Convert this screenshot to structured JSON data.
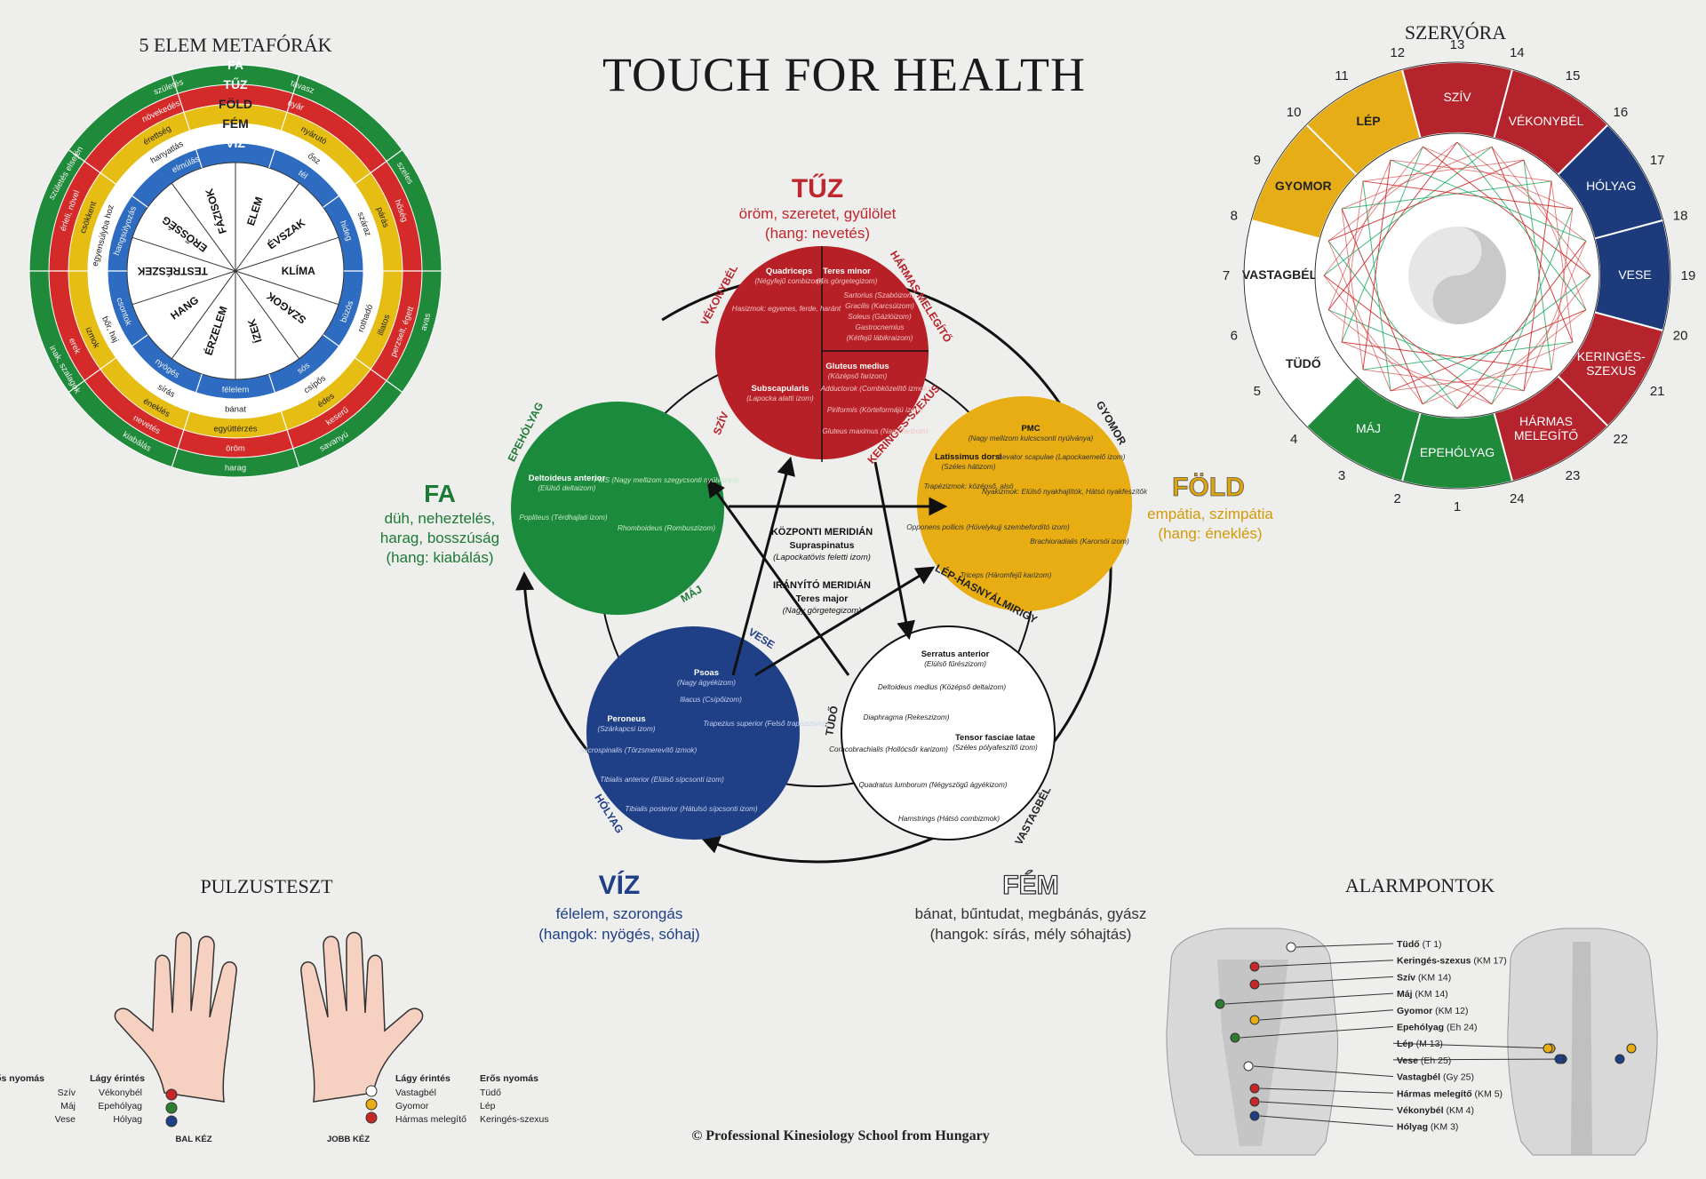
{
  "title": "TOUCH FOR HEALTH",
  "copyright": "© Professional Kinesiology School from Hungary",
  "metaphors": {
    "title": "5 ELEM METAFÓRÁK",
    "rings": [
      {
        "name": "FA",
        "color": "#1e8a3a"
      },
      {
        "name": "TŰZ",
        "color": "#d42a2a"
      },
      {
        "name": "FÖLD",
        "color": "#e6bd12"
      },
      {
        "name": "FÉM",
        "color": "#ffffff"
      },
      {
        "name": "VÍZ",
        "color": "#2d6cc0"
      }
    ],
    "labels": [
      {
        "ring": 0,
        "text": "szeles",
        "a": 60
      },
      {
        "ring": 0,
        "text": "tavasz",
        "a": 20
      },
      {
        "ring": 0,
        "text": "születés",
        "a": -20
      },
      {
        "ring": 0,
        "text": "születés elsején",
        "a": -60
      },
      {
        "ring": 0,
        "text": "inak, szalagok",
        "a": -120
      },
      {
        "ring": 0,
        "text": "kiabálás",
        "a": -150
      },
      {
        "ring": 0,
        "text": "harag",
        "a": 180
      },
      {
        "ring": 0,
        "text": "savanyú",
        "a": 150
      },
      {
        "ring": 0,
        "text": "avas",
        "a": 105
      },
      {
        "ring": 1,
        "text": "nyár",
        "a": 20
      },
      {
        "ring": 1,
        "text": "növekedés",
        "a": -25
      },
      {
        "ring": 1,
        "text": "érleli, növel",
        "a": -70
      },
      {
        "ring": 1,
        "text": "erek",
        "a": -115
      },
      {
        "ring": 1,
        "text": "nevetés",
        "a": -150
      },
      {
        "ring": 1,
        "text": "öröm",
        "a": 180
      },
      {
        "ring": 1,
        "text": "keserű",
        "a": 145
      },
      {
        "ring": 1,
        "text": "perzselt, égett",
        "a": 110
      },
      {
        "ring": 1,
        "text": "hőség",
        "a": 70
      },
      {
        "ring": 2,
        "text": "nyárutó",
        "a": 30
      },
      {
        "ring": 2,
        "text": "érettség",
        "a": -30
      },
      {
        "ring": 2,
        "text": "csökkent",
        "a": -70
      },
      {
        "ring": 2,
        "text": "izmok",
        "a": -115
      },
      {
        "ring": 2,
        "text": "éneklés",
        "a": -150
      },
      {
        "ring": 2,
        "text": "együttérzés",
        "a": 180
      },
      {
        "ring": 2,
        "text": "édes",
        "a": 145
      },
      {
        "ring": 2,
        "text": "illatos",
        "a": 110
      },
      {
        "ring": 2,
        "text": "párás",
        "a": 70
      },
      {
        "ring": 3,
        "text": "ősz",
        "a": 35
      },
      {
        "ring": 3,
        "text": "hanyatlás",
        "a": -30
      },
      {
        "ring": 3,
        "text": "egyensúlyba hoz",
        "a": -75
      },
      {
        "ring": 3,
        "text": "bőr, haj",
        "a": -115
      },
      {
        "ring": 3,
        "text": "sírás",
        "a": -150
      },
      {
        "ring": 3,
        "text": "bánat",
        "a": 180
      },
      {
        "ring": 3,
        "text": "csípős",
        "a": 145
      },
      {
        "ring": 3,
        "text": "rothadó",
        "a": 110
      },
      {
        "ring": 3,
        "text": "száraz",
        "a": 70
      },
      {
        "ring": 4,
        "text": "tél",
        "a": 35
      },
      {
        "ring": 4,
        "text": "elmúlás",
        "a": -25
      },
      {
        "ring": 4,
        "text": "hangsúlyozás",
        "a": -70
      },
      {
        "ring": 4,
        "text": "csontok",
        "a": -110
      },
      {
        "ring": 4,
        "text": "nyögés",
        "a": -145
      },
      {
        "ring": 4,
        "text": "félelem",
        "a": 180
      },
      {
        "ring": 4,
        "text": "sós",
        "a": 145
      },
      {
        "ring": 4,
        "text": "büzös",
        "a": 110
      },
      {
        "ring": 4,
        "text": "hideg",
        "a": 70
      }
    ],
    "segments": [
      "ELEM",
      "ÉVSZAK",
      "KLÍMA",
      "SZAGOK",
      "ÍZEK",
      "ÉRZELEM",
      "HANG",
      "TESTRÉSZEK",
      "ERŐSSÉG",
      "FÁZISOK"
    ]
  },
  "elements": {
    "fire": {
      "name": "TŰZ",
      "line1": "öröm, szeretet, gyűlölet",
      "line2": "(hang: nevetés)",
      "color": "#b72027",
      "textColor": "#c0262d"
    },
    "earth": {
      "name": "FÖLD",
      "line1": "empátia, szimpátia",
      "line2": "(hang: éneklés)",
      "color": "#e8ad12",
      "textColor": "#d39a08"
    },
    "metal": {
      "name": "FÉM",
      "line1": "bánat, bűntudat, megbánás, gyász",
      "line2": "(hangok: sírás, mély sóhajtás)",
      "color": "#ffffff",
      "textColor": "#333333"
    },
    "water": {
      "name": "VÍZ",
      "line1": "félelem, szorongás",
      "line2": "(hangok: nyögés, sóhaj)",
      "color": "#1f3f86",
      "textColor": "#1f3f86"
    },
    "wood": {
      "name": "FA",
      "line1": "düh, neheztelés,",
      "line1b": "harag, bosszúság",
      "line2": "(hang: kiabálás)",
      "color": "#1c8a3c",
      "textColor": "#1c7a34"
    }
  },
  "meridians": {
    "fire": [
      "VÉKONYBÉL",
      "HÁRMAS MELEGÍTŐ",
      "SZÍV",
      "KERINGÉS-SZEXUS"
    ],
    "earth": [
      "GYOMOR",
      "LÉP-HASNYÁLMIRIGY"
    ],
    "metal": [
      "TÜDŐ",
      "VASTAGBÉL"
    ],
    "water": [
      "VESE",
      "HÓLYAG"
    ],
    "wood": [
      "EPEHÓLYAG",
      "MÁJ"
    ]
  },
  "muscles": {
    "fire": [
      {
        "b": "Quadriceps",
        "i": "(Négyfejű combizom)"
      },
      {
        "b": "Teres minor",
        "i": "(Kis görgetegizom)"
      },
      {
        "b": "",
        "i": "Sartorius (Szabóizom)"
      },
      {
        "b": "",
        "i": "Gracilis (Karcsúizom)"
      },
      {
        "b": "",
        "i": "Soleus (Gázlóizom)"
      },
      {
        "b": "",
        "i": "Gastrocnemius"
      },
      {
        "b": "",
        "i": "(Kétfejű lábikraizom)"
      },
      {
        "b": "",
        "i": "Hasizmok: egyenes, ferde, haránt"
      },
      {
        "b": "Gluteus medius",
        "i": "(Középső farizom)"
      },
      {
        "b": "",
        "i": "Adductorok (Combközelítő izmok)"
      },
      {
        "b": "",
        "i": "Piriformis (Körteformájú izom)"
      },
      {
        "b": "",
        "i": "Gluteus maximus (Nagy farizom)"
      },
      {
        "b": "Subscapularis",
        "i": "(Lapocka alatti izom)"
      }
    ],
    "earth": [
      {
        "b": "PMC",
        "i": "(Nagy mellizom kulcscsonti nyúlványa)"
      },
      {
        "b": "Latissimus dorsi",
        "i": "(Széles hátizom)"
      },
      {
        "b": "",
        "i": "Levator scapulae (Lapockaemelő izom)"
      },
      {
        "b": "",
        "i": "Trapézizmok: középső, alsó"
      },
      {
        "b": "",
        "i": "Nyakizmok: Elülső nyakhajlítók, Hátsó nyakfeszítők"
      },
      {
        "b": "",
        "i": "Opponens pollicis (Hüvelykujj szembefordító izom)"
      },
      {
        "b": "",
        "i": "Brachioradialis (Karorsói izom)"
      },
      {
        "b": "",
        "i": "Triceps (Háromfejű karizom)"
      }
    ],
    "wood": [
      {
        "b": "Deltoideus anterior",
        "i": "(Elülső deltaizom)"
      },
      {
        "b": "",
        "i": "PMS (Nagy mellizom szegycsonti nyúlványa)"
      },
      {
        "b": "",
        "i": "Popliteus (Térdhajlati izom)"
      },
      {
        "b": "",
        "i": "Rhomboideus (Rombuszizom)"
      }
    ],
    "water": [
      {
        "b": "Psoas",
        "i": "(Nagy ágyékizom)"
      },
      {
        "b": "",
        "i": "Iliacus (Csípőizom)"
      },
      {
        "b": "Peroneus",
        "i": "(Szárkapcsi izom)"
      },
      {
        "b": "",
        "i": "Trapezius superior (Felső trapézizom)"
      },
      {
        "b": "",
        "i": "Sacrospinalis (Törzsmerevítő izmok)"
      },
      {
        "b": "",
        "i": "Tibialis anterior (Elülső sípcsonti izom)"
      },
      {
        "b": "",
        "i": "Tibialis posterior (Hátulsó sípcsonti izom)"
      }
    ],
    "metal": [
      {
        "b": "Serratus anterior",
        "i": "(Elülső fűrészizom)"
      },
      {
        "b": "",
        "i": "Deltoideus medius (Középső deltaizom)"
      },
      {
        "b": "",
        "i": "Diaphragma (Rekeszizom)"
      },
      {
        "b": "Tensor fasciae latae",
        "i": "(Széles pólyafeszítő izom)"
      },
      {
        "b": "",
        "i": "Coracobrachialis (Hollócsőr karizom)"
      },
      {
        "b": "",
        "i": "Quadratus lumborum (Négyszögű ágyékizom)"
      },
      {
        "b": "",
        "i": "Hamstrings (Hátsó combizmok)"
      }
    ]
  },
  "center": {
    "m1": "KÖZPONTI MERIDIÁN",
    "m1b": "Supraspinatus",
    "m1i": "(Lapockatövis feletti izom)",
    "m2": "IRÁNYÍTÓ MERIDIÁN",
    "m2b": "Teres major",
    "m2i": "(Nagy görgetegizom)"
  },
  "clock": {
    "title": "SZERVÓRA",
    "segments": [
      {
        "label": "SZÍV",
        "color": "#b5232d"
      },
      {
        "label": "VÉKONYBÉL",
        "color": "#b5232d"
      },
      {
        "label": "HÓLYAG",
        "color": "#1d3a7a"
      },
      {
        "label": "VESE",
        "color": "#1d3a7a"
      },
      {
        "label": "KERINGÉS-SZEXUS",
        "color": "#b5232d"
      },
      {
        "label": "HÁRMAS MELEGÍTŐ",
        "color": "#b5232d"
      },
      {
        "label": "EPEHÓLYAG",
        "color": "#1e8a3a"
      },
      {
        "label": "MÁJ",
        "color": "#1e8a3a"
      },
      {
        "label": "TÜDŐ",
        "color": "#ffffff"
      },
      {
        "label": "VASTAGBÉL",
        "color": "#ffffff"
      },
      {
        "label": "GYOMOR",
        "color": "#e6ad16"
      },
      {
        "label": "LÉP",
        "color": "#e6ad16"
      }
    ],
    "hours": [
      "12",
      "13",
      "14",
      "15",
      "16",
      "17",
      "18",
      "19",
      "20",
      "21",
      "22",
      "23",
      "24",
      "1",
      "2",
      "3",
      "4",
      "5",
      "6",
      "7",
      "8",
      "9",
      "10",
      "11"
    ]
  },
  "pulse": {
    "title": "PULZUSTESZT",
    "left_caption": "BAL KÉZ",
    "right_caption": "JOBB KÉZ",
    "left_h1": "Erős nyomás",
    "left_h2": "Lágy érintés",
    "left_strong": [
      "Szív",
      "Máj",
      "Vese"
    ],
    "left_soft": [
      "Vékonybél",
      "Epehólyag",
      "Hólyag"
    ],
    "right_h1": "Lágy érintés",
    "right_h2": "Erős nyomás",
    "right_soft": [
      "Vastagbél",
      "Gyomor",
      "Hármas melegítő"
    ],
    "right_strong": [
      "Tüdő",
      "Lép",
      "Keringés-szexus"
    ]
  },
  "alarm": {
    "title": "ALARMPONTOK",
    "points": [
      {
        "b": "Tüdő",
        "c": "(T 1)"
      },
      {
        "b": "Keringés-szexus",
        "c": "(KM 17)"
      },
      {
        "b": "Szív",
        "c": "(KM 14)"
      },
      {
        "b": "Máj",
        "c": "(KM 14)"
      },
      {
        "b": "Gyomor",
        "c": "(KM 12)"
      },
      {
        "b": "Epehólyag",
        "c": "(Eh 24)"
      },
      {
        "b": "Lép",
        "c": "(M 13)"
      },
      {
        "b": "Vese",
        "c": "(Eh 25)"
      },
      {
        "b": "Vastagbél",
        "c": "(Gy 25)"
      },
      {
        "b": "Hármas melegítő",
        "c": "(KM 5)"
      },
      {
        "b": "Vékonybél",
        "c": "(KM 4)"
      },
      {
        "b": "Hólyag",
        "c": "(KM 3)"
      }
    ]
  }
}
